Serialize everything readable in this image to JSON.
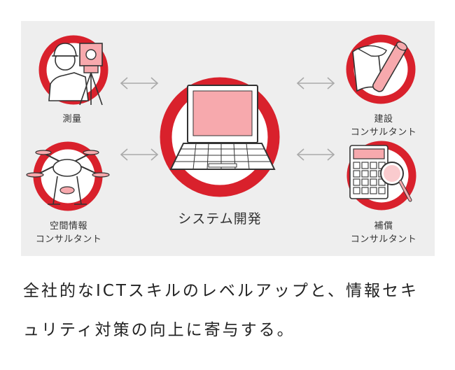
{
  "center": {
    "title": "システム開発"
  },
  "nodes": {
    "survey": {
      "label": "測量"
    },
    "construction": {
      "line1": "建設",
      "line2": "コンサルタント"
    },
    "spatial": {
      "line1": "空間情報",
      "line2": "コンサルタント"
    },
    "compensation": {
      "line1": "補償",
      "line2": "コンサルタント"
    }
  },
  "caption": {
    "line1": "全社的なICTスキルのレベルアップと、情報セキ",
    "line2": "ュリティ対策の向上に寄与する。"
  },
  "colors": {
    "ring": "#d9212c",
    "screen": "#f7a9ad",
    "panel": "#eeeeee",
    "arrow": "#aaaaaa"
  },
  "icons": [
    "surveyor-icon",
    "drawings-icon",
    "drone-icon",
    "calculator-icon",
    "laptop-icon",
    "double-arrow-icon"
  ]
}
